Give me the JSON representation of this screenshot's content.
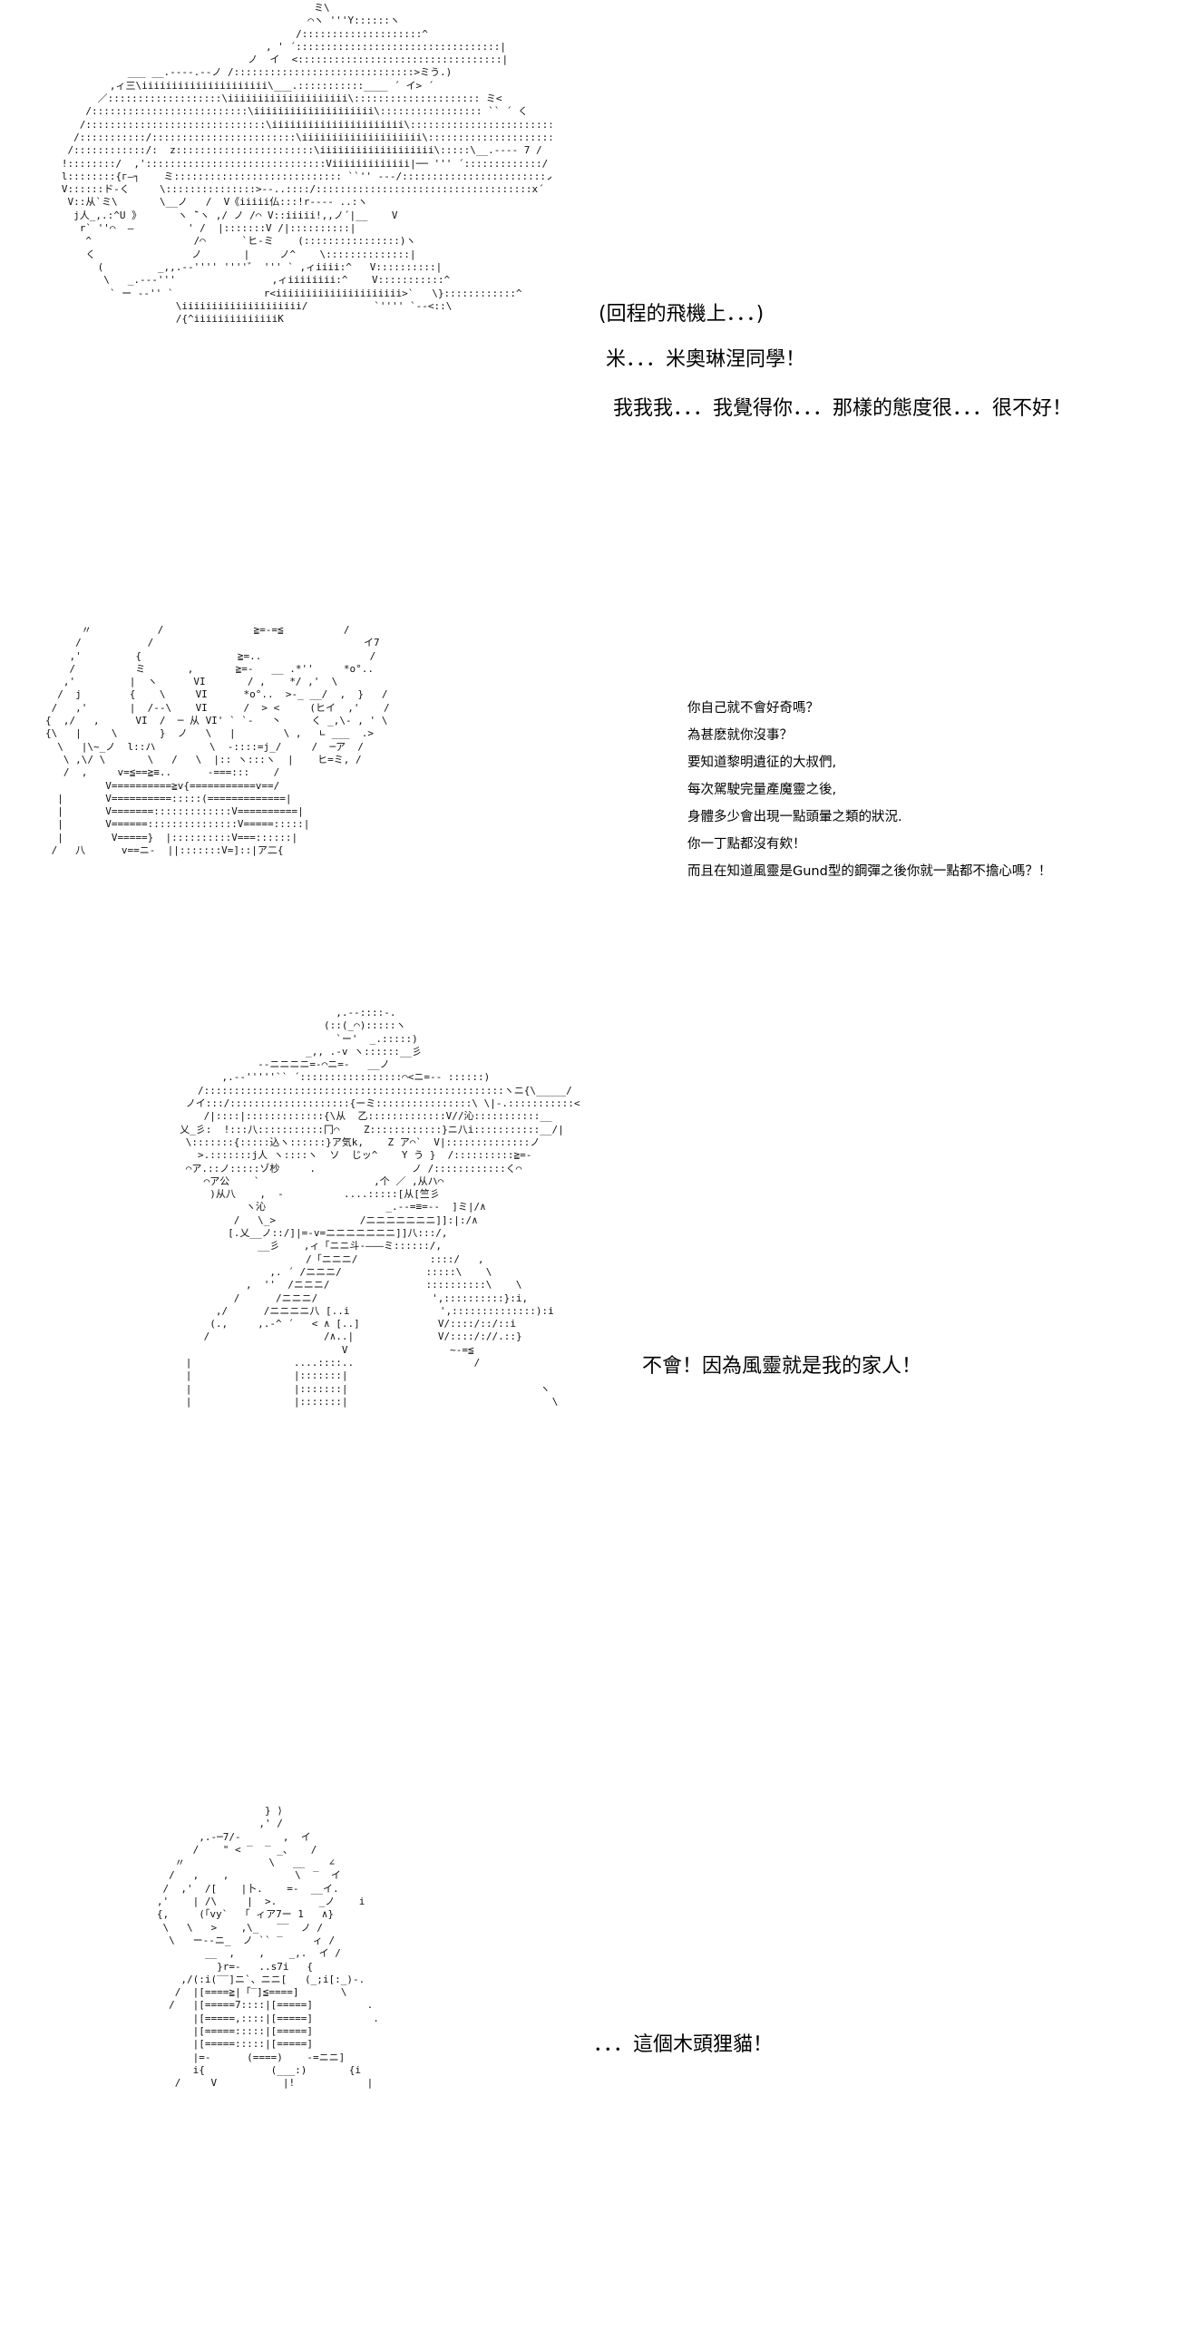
{
  "panels": [
    {
      "art": "                                             ミ\\\n                                            ⌒ヽ '''Y::::::ヽ\n                                          /::::::::::::::::::::^\n                                     , ' ´::::::::::::::::::::::::::::::::::|\n                                  ノ  イ  <::::::::::::::::::::::::::::::::::|\n              ___ __.----.--ノ /::::::::::::::::::::::::::::::>ミう.)\n           ,ィ三\\iiiiiiiiiiiiiiiiiiiii\\___.:::::::::::____ ´ イ> ´\n         ／:::::::::::::::::::\\iiiiiiiiiiiiiiiiiiii\\::::::::::::::::::::: ミ<\n       /::::::::::::::::::::::::::\\iiiiiiiiiiiiiiiiiiii\\::::::::::::::::: `` ´ く\n      /::::::::::::::::::::::::::::::\\iiiiiiiiiiiiiiiiiiiiii\\:::::::::::::::::::::::::::::フ}\n     /:::::::::::/::::::::::::::::::::::::\\iiiiiiiiiiiiiiiiiiii\\:::::::::::::::::::::::::::::::::/\n    /::::::::::::/:  z:::::::::::::::::::::::\\iiiiiiiiiiiiiiiiiii\\:::::\\__.---- 7 /\n   !::::::::/  ,'::::::::::::::::::::::::::::::Viiiiiiiiiiiii|── ''' ´:::::::::::::/ イ\n   l::::::::{г―┐    ミ:::::::::::::::::::::::::::: ``'' ---/::::::::::::::::::::::::ノ /\n   V::::::ド-く     \\:::::::::::::::>--..::::/::::::::::::::::::::::::::::::::::::x´\n    V::从`ミ\\       \\__ノ   /  V《iiiii仏:::!r---- ..:ヽ\n     j人_,.:^U 》      ヽ ̄`ヽ ,/ ノ /⌒ V::iiiii!,,ノ´|__    V\n      r` ''⌒  ―         ' /  |:::::::V /|::::::::::|\n       ^                 /⌒      `ヒ-ミ    (::::::::::::::::)ヽ\n       く                ノ       |     ノ^    \\::::::::::::::|\n         (         _,,.--'''' ''''゛ ''' ` ,ィiiii:^   V::::::::::|\n          \\   _.---'''                ,ィiiiiiiii:^    V:::::::::::^\n           ` ー --'' `               r<iiiiiiiiiiiiiiiiiiiii>`   \\}::::::::::::^\n                      \\iiiiiiiiiiiiiiiiiiii/           `'''' `--<::\\\n                      /{^iiiiiiiiiiiiiiK",
      "lines": [
        "(回程的飛機上．．．)",
        "米．．．米奧琳涅同學！",
        "我我我．．．我覺得你．．．那樣的態度很．．．很不好！"
      ]
    },
    {
      "art": "      〃           /               ≧=-=≦          /\n     /           /                                   イ7\n    ,'         {                ≧=..                  /\n    /          ミ       ,       ≧=-   __ .*''     *o°..\n   ,'         |  ヽ      VI       / ,    */ ,'  \\\n  /  j        {    \\     VI      *o°..  >-_ __/  ,  }   /\n /   ,'       |  /--\\    VI      /  > <     (ヒイ  ,'    /\n{  ,/   ,      VI  /  ─ 从 VI' ` `-   丶     く _,\\- , ' \\\n{\\   |     \\       }  ノ   \\   |        \\ ,   ∟ ___  .>\n  \\   |\\~_ノ  l::ハ         \\  -::::=j_/     /  ─ア  /\n   \\ ,\\/ \\       \\   /   \\  |:: ヽ:::ヽ  |    ヒ=ミ, /\n   /  ,     v=≦==≧≡..      -===:::    /\n          V==========≧v{===========v==/\n  |       V==========:::::(=============|\n  |       V=======:::::::::::::V==========|\n  |       V======:::::::::::::::V=====:::::|\n  |        V=====}  |::::::::::V===::::::|\n /   八      v==ニ-  ||:::::::V=]::|ア二{",
      "lines": [
        "你自己就不會好奇嗎？",
        "為甚麽就你沒事？",
        "要知道黎明遺征的大叔們,",
        "每次駕駛完量產魔靈之後,",
        "身體多少會出現一點頭暈之類的狀況.",
        "你一丁點都沒有欸！",
        "而且在知道風靈是Gund型的鋼彈之後你就一點都不擔心嗎？！"
      ]
    },
    {
      "art": "                                       ,.--::::-.\n                                     (::(_⌒):::::ヽ\n                                       `ー'  _.:::::)\n                                  _,, .-v ヽ::::::__彡\n                          --ニニニニ=-⌒ニ=-   __ノ\n                    ,.--'''''`` ´:::::::::::::::::⌒<ニ=-- ::::::)\n                /::::::::::::::::::::::::::::::::::::::::::::::::::ヽニ{\\_____/\n              ノイ:::/::::::::::::::::::::{ーミ::::::::::::::::\\ \\|-.:::::::::::<\n                 /|::::|:::::::::::::{\\从  乙:::::::::::::V//沁:::::::::::__\n             乂_彡:  !:::八:::::::::::冂⌒    Z::::::::::::}ニ八i:::::::::::__/|\n              \\:::::::{:::::込ヽ::::::}ア気k,    Z ア⌒`  V|::::::::::::::ノ\n                >.:::::::j人 ヽ::::ヽ  ソ  じッ^    Y う }  /::::::::::≧=-\n              ⌒ア.::ノ:::::ゾ杪     .                ノ /::::::::::::く⌒\n                 ⌒ア公    `                   ,个 ／ ,从ハ⌒\n                  )从八    ,  -          ....:::::[从[竺彡\n                        ヽ沁                    _.--=≡=--  ]ミ|/∧\n                      /   \\_>              /ニニニニニニニ]]:|:/∧\n                     [.乂__ノ::/]|=-v=ニニニニニニニ]]八:::/,\n                          __彡    ,ィ「ニニ斗-―――ミ::::::/,\n                                  /「ニニニ/            ::::/   ,\n                            ,. ´ /ニニニ/              :::::\\    \\\n                        ,  ''  /ニニニ/                ::::::::::\\    \\\n                      /      /ニニニ/                   ',::::::::::}:i,\n                   ,/      /ニニニニ八 [..i               ',::::::::::::::):i\n                  (.,     ,.-^ ´   < ∧ [..]             V/::::/::/::i\n                 /                   /∧..|              V/::::/://.::}\n                                        V                 ~-=≦\n              |                 ....::::..                    /\n              |                 |:::::::|\n              |                 |:::::::|                                ヽ\n              |                 |:::::::|                                  \\",
      "lines": [
        "不會！因為風靈就是我的家人！"
      ]
    },
    {
      "art": "                             } ⟩\n                            ,' /\n                  ,.-─7/-       ,  イ\n                 /    \" < ‾  ‾ _、   /\n              〃              \\   __    ∠\n             /   ,    ,           \\  ‾  イ\n            /  ,'  /[    |卜.    =-  __イ.\n           ,'    | /\\     |  >.       _ノ    i\n           {,     (「vy`  「 ィア7ー 1   ∧}\n            \\   \\   >    ,\\_   ‾‾  ノ /\n             \\   ー--ニ_  ノ `` ‾     ィ /\n                   __  ,    ,    _,.  イ /\n                     }r=-   ..s7i   {\n               ,/(:i(‾‾]ニ`、ニニ[   (_;i[:_)-.\n              /  |[====≧|「‾]≦====]       \\\n             /   |[=====7::::|[=====]         .\n                 |[=====,::::|[=====]          .\n                 |[=====:::::|[=====]\n                 |[=====:::::|[=====]\n                 |=-      (====)    -=ニニ]\n                 i{           (___:)       {i\n              /     V           |!            |",
      "lines": [
        "．．．這個木頭狸貓！"
      ]
    }
  ]
}
